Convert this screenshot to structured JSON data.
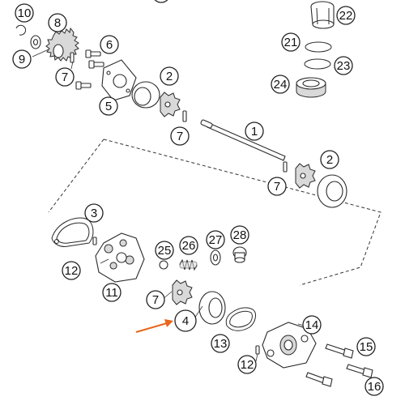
{
  "diagram": {
    "highlight_color": "#e8671c",
    "callouts": [
      {
        "id": "c1",
        "label": "1"
      },
      {
        "id": "c2a",
        "label": "2"
      },
      {
        "id": "c2b",
        "label": "2"
      },
      {
        "id": "c3",
        "label": "3"
      },
      {
        "id": "c4",
        "label": "4",
        "highlighted": true
      },
      {
        "id": "c5",
        "label": "5"
      },
      {
        "id": "c6",
        "label": "6"
      },
      {
        "id": "c7a",
        "label": "7"
      },
      {
        "id": "c7b",
        "label": "7"
      },
      {
        "id": "c7c",
        "label": "7"
      },
      {
        "id": "c7d",
        "label": "7"
      },
      {
        "id": "c8",
        "label": "8"
      },
      {
        "id": "c9",
        "label": "9"
      },
      {
        "id": "c10",
        "label": "10"
      },
      {
        "id": "c11",
        "label": "11"
      },
      {
        "id": "c12a",
        "label": "12"
      },
      {
        "id": "c12b",
        "label": "12"
      },
      {
        "id": "c13",
        "label": "13"
      },
      {
        "id": "c14",
        "label": "14"
      },
      {
        "id": "c15",
        "label": "15"
      },
      {
        "id": "c16",
        "label": "16"
      },
      {
        "id": "c21",
        "label": "21"
      },
      {
        "id": "c22",
        "label": "22"
      },
      {
        "id": "c23",
        "label": "23"
      },
      {
        "id": "c24",
        "label": "24"
      },
      {
        "id": "c25",
        "label": "25"
      },
      {
        "id": "c26",
        "label": "26"
      },
      {
        "id": "c27",
        "label": "27"
      },
      {
        "id": "c28",
        "label": "28"
      }
    ]
  }
}
